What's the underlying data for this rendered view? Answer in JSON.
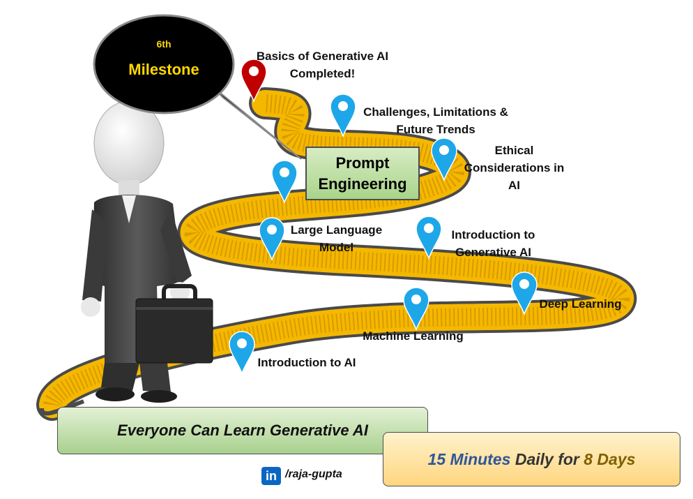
{
  "speech_bubble": {
    "ordinal": "6th",
    "title": "Milestone"
  },
  "completed_label": [
    "Basics of Generative  AI",
    "Completed!"
  ],
  "milestones": [
    {
      "lines": [
        "Introduction to AI"
      ]
    },
    {
      "lines": [
        "Machine Learning"
      ]
    },
    {
      "lines": [
        "Deep Learning"
      ]
    },
    {
      "lines": [
        "Introduction to",
        "Generative  AI"
      ]
    },
    {
      "lines": [
        "Large Language",
        "Model"
      ]
    },
    {
      "lines": [
        "Ethical",
        "Considerations in",
        "AI"
      ]
    },
    {
      "lines": [
        "Challenges, Limitations &",
        "Future Trends"
      ]
    }
  ],
  "current_box": {
    "line1": "Prompt",
    "line2": "Engineering"
  },
  "banner": {
    "text": "Everyone Can Learn Generative AI"
  },
  "schedule": {
    "part1": "15 Minutes",
    "part2": " Daily for ",
    "part3": "8 Days"
  },
  "footer": {
    "linkedin_icon_text": "in",
    "handle": "/raja-gupta"
  },
  "colors": {
    "pin_blue": "#1ea7e8",
    "pin_red": "#c00000",
    "road_yellow": "#f5b800",
    "road_edge": "#4a4a4a",
    "bubble_bg": "#000000",
    "bubble_text": "#ffd700"
  }
}
